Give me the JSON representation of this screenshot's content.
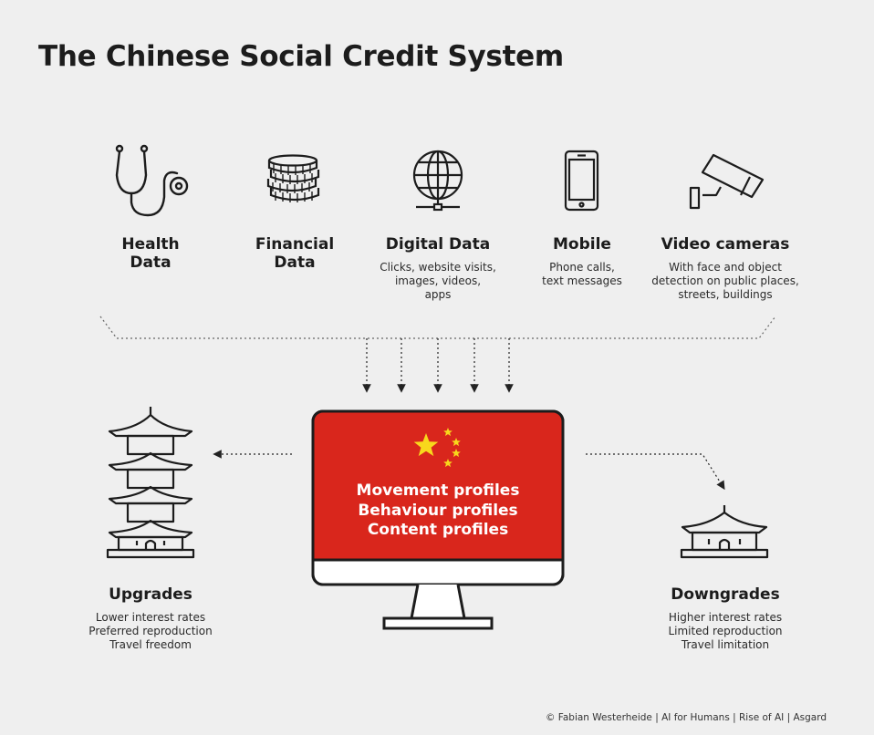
{
  "title": "The Chinese Social Credit System",
  "sources": [
    {
      "icon": "stethoscope-icon",
      "label": "Health\nData",
      "desc": ""
    },
    {
      "icon": "coins-icon",
      "label": "Financial\nData",
      "desc": ""
    },
    {
      "icon": "globe-icon",
      "label": "Digital Data",
      "desc": "Clicks, website visits,\nimages, videos,\napps"
    },
    {
      "icon": "smartphone-icon",
      "label": "Mobile",
      "desc": "Phone calls,\ntext messages"
    },
    {
      "icon": "security-camera-icon",
      "label": "Video cameras",
      "desc": "With face and object\ndetection on public places,\nstreets, buildings"
    }
  ],
  "screen": {
    "text": "Movement profiles\nBehaviour profiles\nContent profiles",
    "flag_color": "#d9261c",
    "star_color": "#f8d81c"
  },
  "upgrades": {
    "icon": "tall-pagoda-icon",
    "title": "Upgrades",
    "desc": "Lower interest rates\nPreferred reproduction\nTravel freedom"
  },
  "downgrades": {
    "icon": "small-pagoda-icon",
    "title": "Downgrades",
    "desc": "Higher interest rates\nLimited reproduction\nTravel limitation"
  },
  "credit": "© Fabian Westerheide | AI for Humans | Rise of AI | Asgard"
}
